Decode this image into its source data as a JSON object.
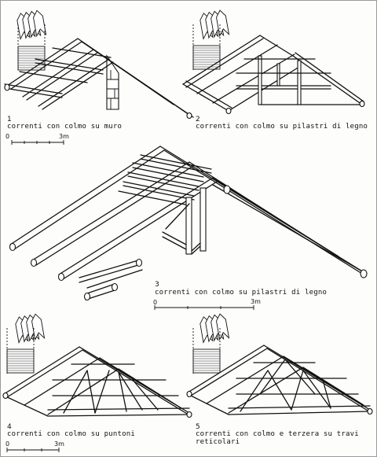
{
  "figures": [
    {
      "number": "1",
      "caption": "correnti con colmo su muro",
      "scale_start": "0",
      "scale_end": "3m"
    },
    {
      "number": "2",
      "caption": "correnti con colmo su pilastri di legno"
    },
    {
      "number": "3",
      "caption": "correnti con colmo su pilastri di legno",
      "scale_start": "0",
      "scale_end": "3m"
    },
    {
      "number": "4",
      "caption": "correnti con colmo su puntoni",
      "scale_start": "0",
      "scale_end": "3m"
    },
    {
      "number": "5",
      "caption_line1": "correnti con colmo e terzera su travi",
      "caption_line2": "reticolari"
    }
  ]
}
